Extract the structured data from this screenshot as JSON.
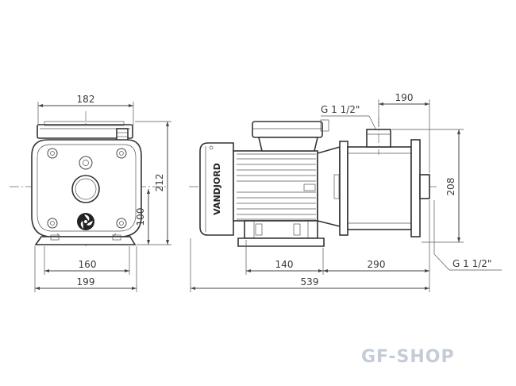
{
  "front_view": {
    "width_top": "182",
    "height_total": "212",
    "axis_height": "100",
    "foot_spacing": "160",
    "base_width": "199"
  },
  "side_view": {
    "suction_offset": "190",
    "suction_thread": "G 1 1/2\"",
    "pump_height": "208",
    "discharge_thread": "G 1 1/2\"",
    "foot_spacing": "140",
    "pump_section": "290",
    "total_length": "539"
  },
  "brand": "VANDJORD",
  "watermark": "GF-SHOP"
}
